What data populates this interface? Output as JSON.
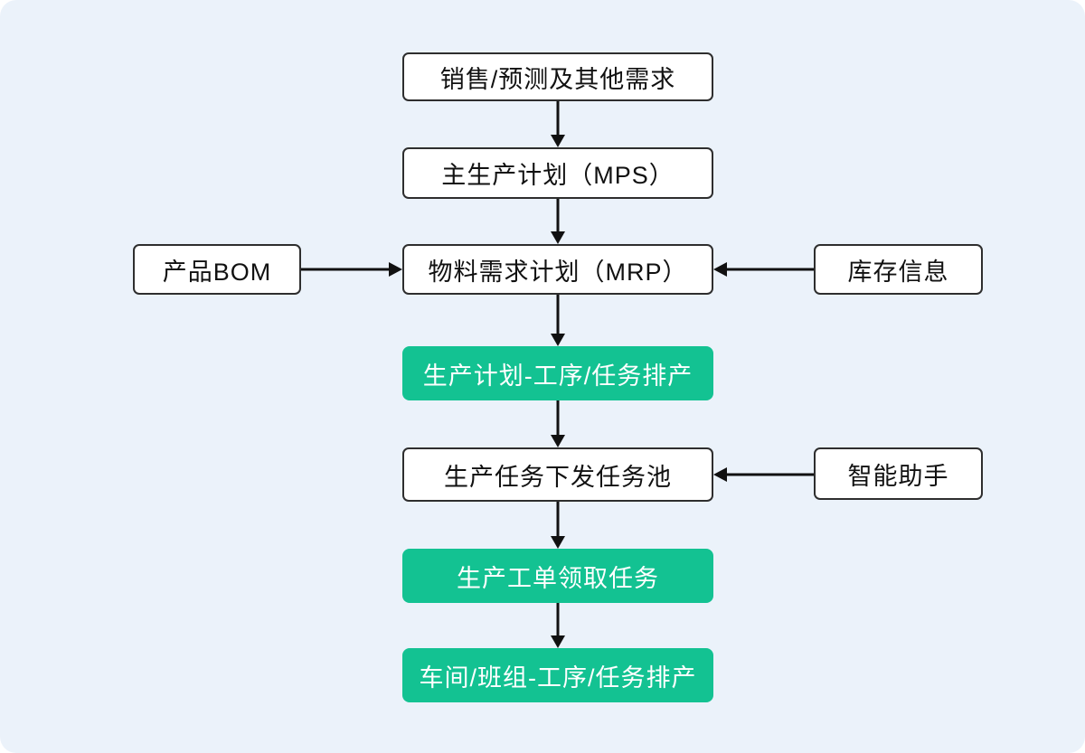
{
  "canvas": {
    "background_color": "#EBF2FA",
    "node_fill_white": "#FFFFFF",
    "node_fill_green": "#13C292",
    "border_color": "#2E2E2E",
    "text_color": "#111111",
    "green_text_color": "#FFFFFF",
    "arrow_color": "#111111"
  },
  "chart_type": "flowchart",
  "nodes": {
    "sales_forecast": {
      "label": "销售/预测及其他需求",
      "style": "white"
    },
    "mps": {
      "label": "主生产计划（MPS）",
      "style": "white"
    },
    "mrp": {
      "label": "物料需求计划（MRP）",
      "style": "white"
    },
    "product_bom": {
      "label": "产品BOM",
      "style": "white"
    },
    "inventory_info": {
      "label": "库存信息",
      "style": "white"
    },
    "plan_scheduling": {
      "label": "生产计划-工序/任务排产",
      "style": "green"
    },
    "task_pool": {
      "label": "生产任务下发任务池",
      "style": "white"
    },
    "smart_assistant": {
      "label": "智能助手",
      "style": "white"
    },
    "work_order": {
      "label": "生产工单领取任务",
      "style": "green"
    },
    "workshop_scheduling": {
      "label": "车间/班组-工序/任务排产",
      "style": "green"
    }
  },
  "edges": [
    {
      "from": "sales_forecast",
      "to": "mps",
      "direction": "down"
    },
    {
      "from": "mps",
      "to": "mrp",
      "direction": "down"
    },
    {
      "from": "product_bom",
      "to": "mrp",
      "direction": "right"
    },
    {
      "from": "inventory_info",
      "to": "mrp",
      "direction": "left"
    },
    {
      "from": "mrp",
      "to": "plan_scheduling",
      "direction": "down"
    },
    {
      "from": "plan_scheduling",
      "to": "task_pool",
      "direction": "down"
    },
    {
      "from": "smart_assistant",
      "to": "task_pool",
      "direction": "left"
    },
    {
      "from": "task_pool",
      "to": "work_order",
      "direction": "down"
    },
    {
      "from": "work_order",
      "to": "workshop_scheduling",
      "direction": "down"
    }
  ]
}
